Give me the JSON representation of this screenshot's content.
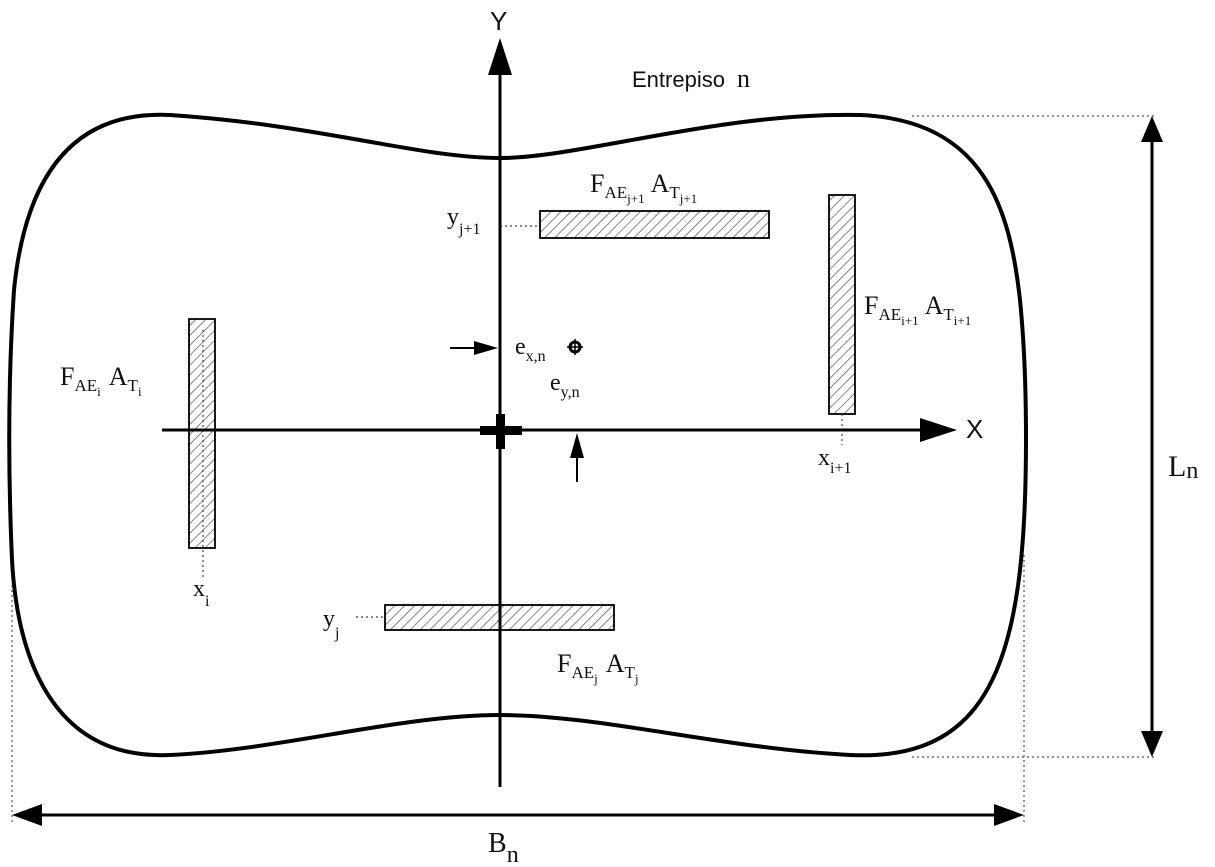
{
  "floor_label": {
    "word": "Entrepiso",
    "index": "n"
  },
  "axes": {
    "x": "X",
    "y": "Y"
  },
  "dimensions": {
    "width": {
      "main": "B",
      "sub": "n"
    },
    "length": {
      "main": "L",
      "sub": "n"
    }
  },
  "eccentricity": {
    "ex": {
      "main": "e",
      "sub": "x,n"
    },
    "ey": {
      "main": "e",
      "sub": "y,n"
    }
  },
  "walls": {
    "i": {
      "coord": {
        "main": "x",
        "sub": "i"
      },
      "force": {
        "f": "F",
        "f_sub": "AE",
        "f_subsub": "i",
        "a": "A",
        "a_sub": "T",
        "a_subsub": "i"
      }
    },
    "i1": {
      "coord": {
        "main": "x",
        "sub": "i+1"
      },
      "force": {
        "f": "F",
        "f_sub": "AE",
        "f_subsub": "i+1",
        "a": "A",
        "a_sub": "T",
        "a_subsub": "i+1"
      }
    },
    "j": {
      "coord": {
        "main": "y",
        "sub": "j"
      },
      "force": {
        "f": "F",
        "f_sub": "AE",
        "f_subsub": "j",
        "a": "A",
        "a_sub": "T",
        "a_subsub": "j"
      }
    },
    "j1": {
      "coord": {
        "main": "y",
        "sub": "j+1"
      },
      "force": {
        "f": "F",
        "f_sub": "AE",
        "f_subsub": "j+1",
        "a": "A",
        "a_sub": "T",
        "a_subsub": "j+1"
      }
    }
  }
}
